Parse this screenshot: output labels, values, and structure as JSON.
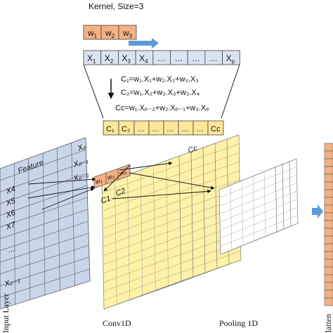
{
  "kernel": {
    "title": "Kernel, Size=3",
    "weights": [
      "w",
      "w",
      "w"
    ],
    "weight_subs": [
      "1",
      "2",
      "3"
    ]
  },
  "input_seq": {
    "cells": [
      "X",
      "X",
      "X",
      "X",
      "…",
      "…",
      "…",
      "…",
      "X"
    ],
    "subs": [
      "1",
      "2",
      "3",
      "4",
      "",
      "",
      "",
      "",
      "p"
    ]
  },
  "equations": [
    {
      "text": "C₁=w₁.X₁+w₂.X₂+w₃.X₃"
    },
    {
      "text": "C₂=w₁.X₂+w₂.X₃+w₃.X₄"
    },
    {
      "text": "Cᴄ=w₁.Xₚ₋₂+w₂.Xₚ₋₁+w₃.Xₚ"
    }
  ],
  "output_seq": {
    "cells": [
      "C₁",
      "C₂",
      "…",
      "…",
      "…",
      "…",
      "…",
      "Cᴄ"
    ]
  },
  "input_layer": {
    "header": "Feature",
    "rows": [
      "X4",
      "X5",
      "X6",
      "X7",
      "…",
      "Xₚ₋₃"
    ],
    "right_col": [
      "Xₚ",
      "Xₚ₋₁",
      "Xₚ₋₂"
    ],
    "label": "Input Layer"
  },
  "mini_kernel": {
    "labels": [
      "w₁",
      "w₂",
      "w₃"
    ]
  },
  "conv_labels": {
    "c1": "C1",
    "c2": "C2",
    "cc": "Cc"
  },
  "section_labels": {
    "conv": "Conv1D",
    "pool": "Pooling 1D",
    "flatten": "Flatten"
  },
  "colors": {
    "kernel_fill": "#f4b183",
    "seq_fill": "#dae3f3",
    "out_fill": "#ffe699",
    "input_layer_fill": "#c9d6ea",
    "conv_fill": "#fff2a8",
    "arrow_blue": "#5b9bd5"
  }
}
